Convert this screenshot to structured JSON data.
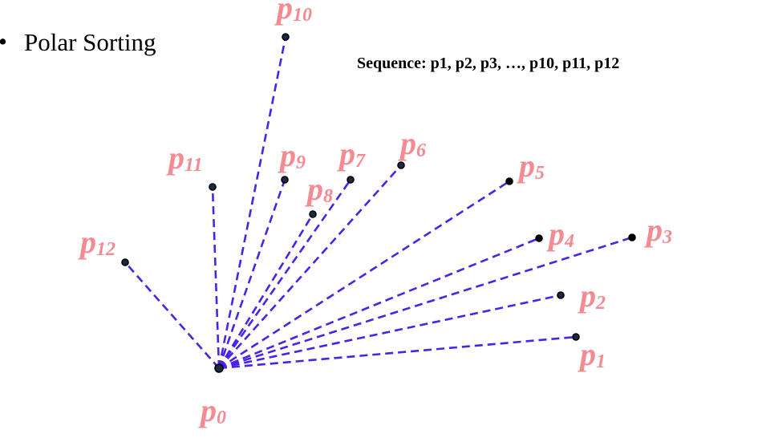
{
  "slide": {
    "bullet_glyph": "•",
    "title": "Polar Sorting",
    "sequence_caption": "Sequence: p1, p2, p3, …, p10, p11, p12"
  },
  "colors": {
    "ray": "#4b22e6",
    "label": "#f48a92",
    "point_fill_dark": "#1a2a44",
    "point_fill_black": "#000000"
  },
  "origin": {
    "base": "p",
    "sub": "0"
  },
  "points": [
    {
      "base": "p",
      "sub": "1"
    },
    {
      "base": "p",
      "sub": "2"
    },
    {
      "base": "p",
      "sub": "3"
    },
    {
      "base": "p",
      "sub": "4"
    },
    {
      "base": "p",
      "sub": "5"
    },
    {
      "base": "p",
      "sub": "6"
    },
    {
      "base": "p",
      "sub": "7"
    },
    {
      "base": "p",
      "sub": "8"
    },
    {
      "base": "p",
      "sub": "9"
    },
    {
      "base": "p",
      "sub": "10"
    },
    {
      "base": "p",
      "sub": "11"
    },
    {
      "base": "p",
      "sub": "12"
    }
  ]
}
